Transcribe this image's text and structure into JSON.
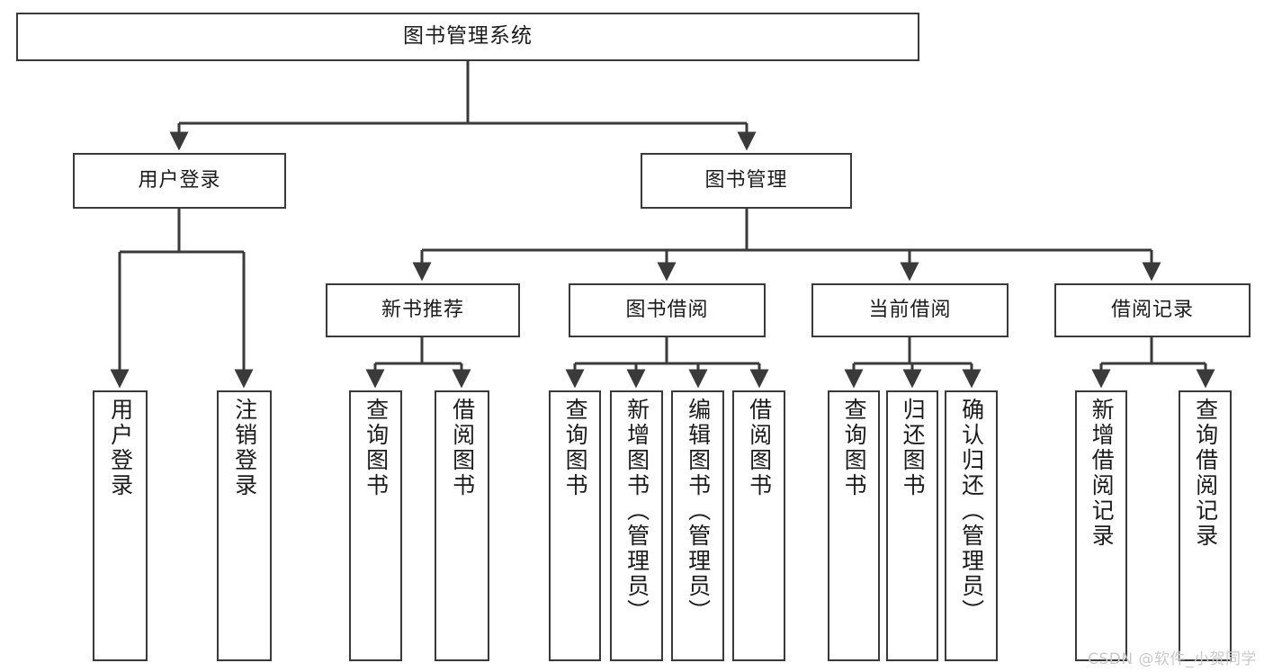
{
  "diagram": {
    "type": "tree-hierarchy-chart",
    "title": "图书管理系统",
    "watermark": "CSDN @软件_小贺同学",
    "colors": {
      "box_border": "#3a3a3a",
      "box_fill": "#ffffff",
      "connector": "#3a3a3a",
      "text": "#1b1b1b",
      "watermark": "#c9c9c9",
      "background": "#ffffff"
    },
    "nodes": {
      "root": {
        "label": "图书管理系统"
      },
      "level2": [
        {
          "id": "user-login",
          "label": "用户登录"
        },
        {
          "id": "book-management",
          "label": "图书管理"
        }
      ],
      "level3": [
        {
          "id": "new-book-recommend",
          "label": "新书推荐"
        },
        {
          "id": "book-borrow",
          "label": "图书借阅"
        },
        {
          "id": "current-borrow",
          "label": "当前借阅"
        },
        {
          "id": "borrow-record",
          "label": "借阅记录"
        }
      ],
      "leaves": {
        "user_login": [
          {
            "id": "leaf-user-login",
            "label": "用户登录"
          },
          {
            "id": "leaf-logout-login",
            "label": "注销登录"
          }
        ],
        "new_book_recommend": [
          {
            "id": "leaf-query-book-1",
            "label": "查询图书"
          },
          {
            "id": "leaf-borrow-book-1",
            "label": "借阅图书"
          }
        ],
        "book_borrow": [
          {
            "id": "leaf-query-book-2",
            "label": "查询图书"
          },
          {
            "id": "leaf-add-book",
            "label": "新增图书（管理员）"
          },
          {
            "id": "leaf-edit-book",
            "label": "编辑图书（管理员）"
          },
          {
            "id": "leaf-borrow-book-2",
            "label": "借阅图书"
          }
        ],
        "current_borrow": [
          {
            "id": "leaf-query-book-3",
            "label": "查询图书"
          },
          {
            "id": "leaf-return-book",
            "label": "归还图书"
          },
          {
            "id": "leaf-confirm-return",
            "label": "确认归还（管理员）"
          }
        ],
        "borrow_record": [
          {
            "id": "leaf-add-record",
            "label": "新增借阅记录"
          },
          {
            "id": "leaf-query-record",
            "label": "查询借阅记录"
          }
        ]
      }
    }
  }
}
